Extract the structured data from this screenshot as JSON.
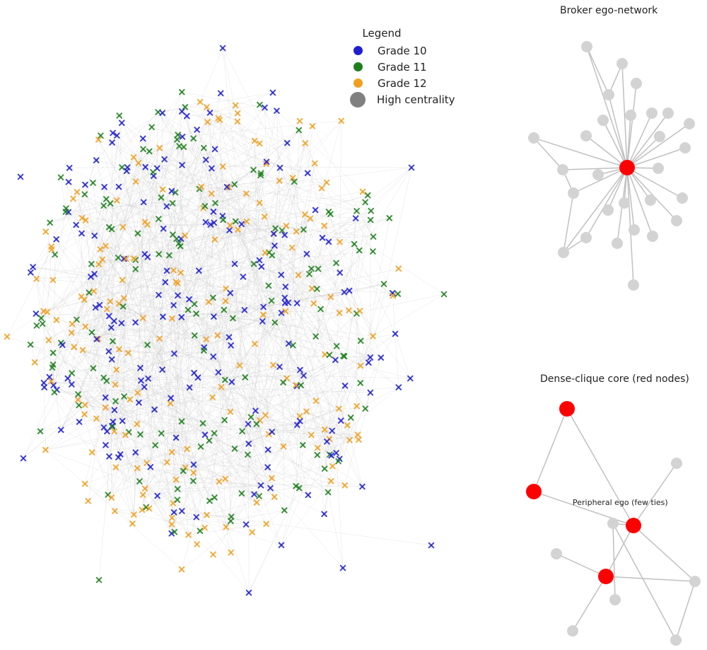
{
  "legend": {
    "title": "Legend",
    "items": [
      {
        "label": "Grade 10",
        "color": "#1f1fd0",
        "kind": "grade"
      },
      {
        "label": "Grade 11",
        "color": "#1f7f1f",
        "kind": "grade"
      },
      {
        "label": "Grade 12",
        "color": "#f0a020",
        "kind": "grade"
      },
      {
        "label": "High centrality",
        "color": "#808080",
        "kind": "centrality"
      }
    ]
  },
  "colors": {
    "grade10": "#1f1fd0",
    "grade11": "#1f7f1f",
    "grade12": "#f0a020",
    "edge": "#c8c8c8",
    "ego_node": "#d3d3d3",
    "highlight": "#ff0000"
  },
  "panels": {
    "broker": {
      "title": "Broker ego-network",
      "center_node_color": "red",
      "neighbor_count": 28
    },
    "clique": {
      "title": "Dense-clique core (red nodes)",
      "annotation": "Peripheral ego (few ties)",
      "red_node_count": 4
    }
  },
  "main_network": {
    "node_marker": "x",
    "grades": [
      "Grade 10",
      "Grade 11",
      "Grade 12"
    ]
  }
}
